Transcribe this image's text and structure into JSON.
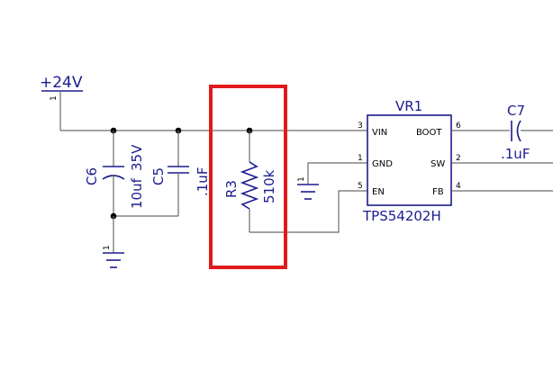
{
  "power": {
    "label": "+24V",
    "pin": "1"
  },
  "capacitors": {
    "c6": {
      "ref": "C6",
      "value": "10uf",
      "voltage": "35V"
    },
    "c5": {
      "ref": "C5",
      "value": ".1uF"
    },
    "c7": {
      "ref": "C7",
      "value": ".1uF"
    }
  },
  "resistor": {
    "ref": "R3",
    "value": "510k"
  },
  "grounds": {
    "left_pin": "1",
    "mid_pin": "1"
  },
  "ic": {
    "ref": "VR1",
    "part": "TPS54202H",
    "pins": {
      "vin": {
        "name": "VIN",
        "num": "3"
      },
      "gnd": {
        "name": "GND",
        "num": "1"
      },
      "en": {
        "name": "EN",
        "num": "5"
      },
      "boot": {
        "name": "BOOT",
        "num": "6"
      },
      "sw": {
        "name": "SW",
        "num": "2"
      },
      "fb": {
        "name": "FB",
        "num": "4"
      }
    }
  },
  "colors": {
    "net": "#1b1b8f",
    "wire": "#6b6b6b",
    "highlight": "#e01b1b"
  }
}
